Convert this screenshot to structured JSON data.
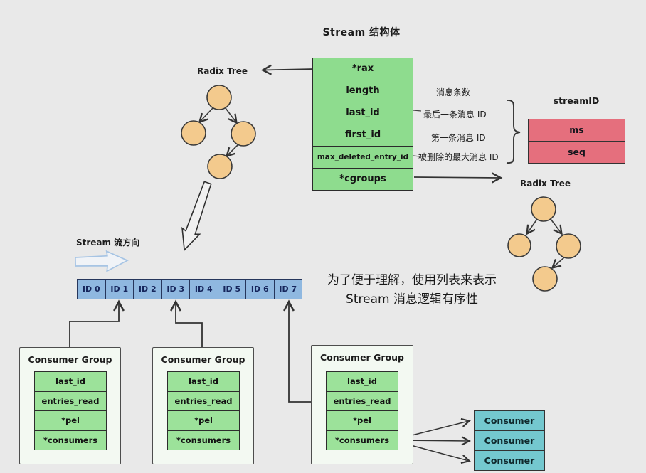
{
  "colors": {
    "background": "#e9e9e9",
    "struct_green": "#8edc8e",
    "group_green": "#9ce29a",
    "stream_id_red": "#e56f7d",
    "id_cell_blue": "#8fb8e0",
    "consumer_teal": "#74c8cf",
    "radix_node_orange": "#f3ca8d"
  },
  "header": {
    "title": "Stream 结构体"
  },
  "stream_struct": {
    "fields": [
      "*rax",
      "length",
      "last_id",
      "first_id",
      "max_deleted_entry_id",
      "*cgroups"
    ]
  },
  "field_annotations": {
    "length": "消息条数",
    "last_id": "最后一条消息 ID",
    "first_id": "第一条消息 ID",
    "max_deleted_entry_id": "被删除的最大消息 ID"
  },
  "stream_id": {
    "title": "streamID",
    "fields": [
      "ms",
      "seq"
    ]
  },
  "radix_tree_left": {
    "label": "Radix Tree"
  },
  "radix_tree_right": {
    "label": "Radix Tree"
  },
  "stream_direction": {
    "label": "Stream 流方向"
  },
  "id_list": {
    "cells": [
      "ID 0",
      "ID 1",
      "ID 2",
      "ID 3",
      "ID 4",
      "ID 5",
      "ID 6",
      "ID 7"
    ]
  },
  "note": {
    "line1": "为了便于理解，使用列表来表示",
    "line2": "Stream 消息逻辑有序性"
  },
  "consumer_groups": [
    {
      "title": "Consumer Group",
      "fields": [
        "last_id",
        "entries_read",
        "*pel",
        "*consumers"
      ]
    },
    {
      "title": "Consumer Group",
      "fields": [
        "last_id",
        "entries_read",
        "*pel",
        "*consumers"
      ]
    },
    {
      "title": "Consumer Group",
      "fields": [
        "last_id",
        "entries_read",
        "*pel",
        "*consumers"
      ]
    }
  ],
  "consumers": [
    "Consumer",
    "Consumer",
    "Consumer"
  ]
}
